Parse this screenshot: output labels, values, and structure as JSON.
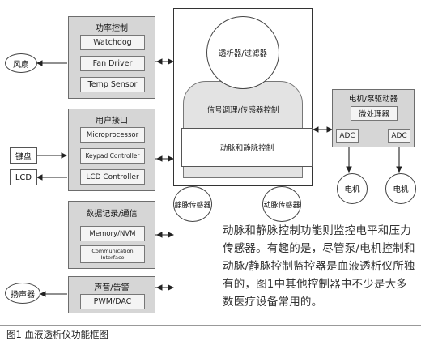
{
  "left": {
    "power": {
      "title": "功率控制",
      "items": [
        "Watchdog",
        "Fan Driver",
        "Temp Sensor"
      ]
    },
    "ui": {
      "title": "用户接口",
      "items": [
        "Microprocessor",
        "Keypad Controller",
        "LCD Controller"
      ]
    },
    "log": {
      "title": "数据记录/通信",
      "items": [
        "Memory/NVM",
        "Communication Interface"
      ]
    },
    "alarm": {
      "title": "声音/告警",
      "items": [
        "PWM/DAC"
      ]
    }
  },
  "external": {
    "fan": "风扇",
    "keyboard": "键盘",
    "lcd": "LCD",
    "speaker": "扬声器"
  },
  "center": {
    "dialyzer": "透析器/过滤器",
    "signal": "信号调理/传感器控制",
    "control": "动脉和静脉控制",
    "venous_sensor": "静脉传感器",
    "arterial_sensor": "动脉传感器"
  },
  "motor": {
    "title": "电机/泵驱动器",
    "mcu": "微处理器",
    "adc_left": "ADC",
    "adc_right": "ADC",
    "motor_left": "电机",
    "motor_right": "电机"
  },
  "paragraph": "动脉和静脉控制功能则监控电平和压力传感器。有趣的是，尽管泵/电机控制和动脉/静脉控制监控器是血液透析仪所独有的，图1中其他控制器中不少是大多数医疗设备常用的。",
  "caption": "图1  血液透析仪功能框图"
}
